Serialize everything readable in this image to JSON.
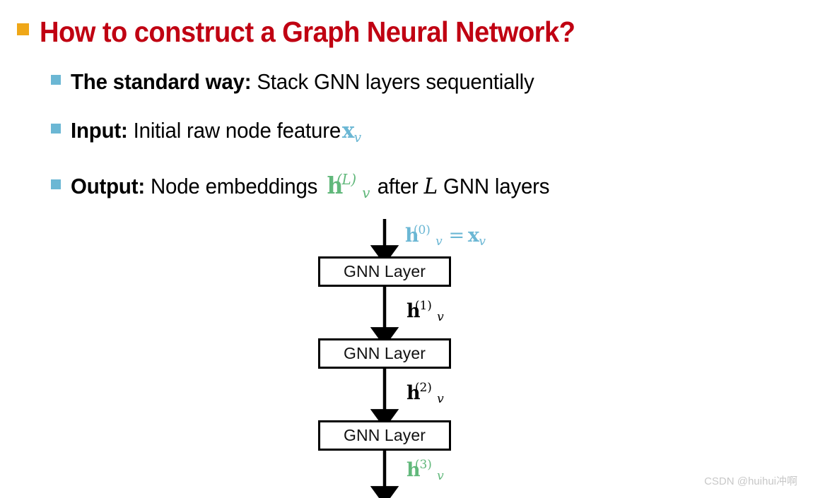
{
  "slide": {
    "title": "How to construct a Graph Neural Network?",
    "title_color": "#C00012",
    "bullet_l1_color": "#EFA718",
    "bullet_l2_color": "#6BB7D4",
    "accent_blue": "#6BB7D4",
    "accent_green": "#61B87B"
  },
  "bullets": [
    {
      "label": "The standard way:",
      "text": "Stack GNN layers sequentially"
    },
    {
      "label": "Input:",
      "text": "Initial raw node feature",
      "math": {
        "base": "x",
        "sub": "v",
        "sup": "",
        "color": "#6BB7D4"
      }
    },
    {
      "label": "Output:",
      "text": "Node embeddings",
      "math": {
        "base": "h",
        "sub": "v",
        "sup": "(L)",
        "color": "#61B87B"
      },
      "text_after_pre": "after",
      "text_after_var": "L",
      "text_after_post": "GNN layers"
    }
  ],
  "diagram": {
    "boxes": [
      {
        "label": "GNN Layer"
      },
      {
        "label": "GNN Layer"
      },
      {
        "label": "GNN Layer"
      }
    ],
    "labels": [
      {
        "base": "h",
        "sub": "v",
        "sup": "(0)",
        "eq": "=",
        "base2": "x",
        "sub2": "v",
        "color": "#6BB7D4"
      },
      {
        "base": "h",
        "sub": "v",
        "sup": "(1)",
        "color": "#000000"
      },
      {
        "base": "h",
        "sub": "v",
        "sup": "(2)",
        "color": "#000000"
      },
      {
        "base": "h",
        "sub": "v",
        "sup": "(3)",
        "color": "#61B87B"
      }
    ]
  },
  "watermark": "CSDN @huihui冲啊"
}
